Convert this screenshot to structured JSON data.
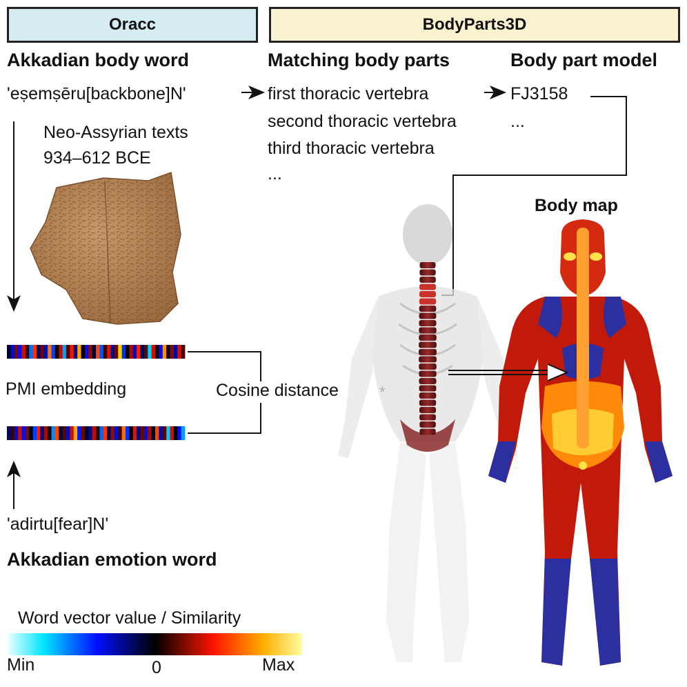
{
  "headers": {
    "oracc": "Oracc",
    "bodyparts3d": "BodyParts3D"
  },
  "columns": {
    "akkadian_body_word": "Akkadian body word",
    "matching_body_parts": "Matching body parts",
    "body_part_model": "Body part model"
  },
  "body_word": "'eṣemṣēru[backbone]N'",
  "matching_parts": [
    "first thoracic vertebra",
    "second thoracic vertebra",
    "third thoracic vertebra",
    "..."
  ],
  "models": [
    "FJ3158",
    "..."
  ],
  "source_texts": {
    "line1": "Neo-Assyrian texts",
    "line2": "934–612 BCE"
  },
  "pmi_label": "PMI embedding",
  "cosine_label": "Cosine distance",
  "asterisk": "*",
  "emotion_word": "'adirtu[fear]N'",
  "emotion_title": "Akkadian emotion word",
  "body_map_title": "Body map",
  "legend": {
    "title": "Word vector value / Similarity",
    "min": "Min",
    "mid": "0",
    "max": "Max"
  },
  "colors": {
    "oracc_header": "#d6ecf3",
    "bodyparts_header": "#fbf2d0",
    "colormap": [
      "#00ffff",
      "#0000ff",
      "#000000",
      "#ff0000",
      "#ffff00"
    ],
    "tablet": "#b8875a",
    "body_blue": "#2b2fa0",
    "body_red": "#cc1100",
    "spine": "#7a1b1b"
  },
  "vectors": {
    "body": [
      0.45,
      0.3,
      0.62,
      0.25,
      0.7,
      0.55,
      0.15,
      0.78,
      0.4,
      0.6,
      0.33,
      0.85,
      0.2,
      0.52,
      0.68,
      0.1,
      0.58,
      0.74,
      0.36,
      0.9,
      0.5,
      0.28,
      0.64,
      0.44,
      0.8,
      0.18,
      0.56,
      0.72,
      0.35,
      0.6,
      0.95,
      0.22,
      0.48,
      0.66,
      0.3,
      0.76,
      0.41,
      0.59,
      0.05,
      0.7,
      0.53,
      0.27,
      0.88,
      0.46,
      0.63,
      0.34,
      0.71,
      0.57
    ],
    "emotion": [
      0.4,
      0.55,
      0.3,
      0.7,
      0.26,
      0.62,
      0.48,
      0.2,
      0.75,
      0.38,
      0.66,
      0.52,
      0.12,
      0.8,
      0.44,
      0.58,
      0.32,
      0.7,
      0.9,
      0.24,
      0.6,
      0.46,
      0.36,
      0.68,
      0.54,
      0.16,
      0.78,
      0.42,
      0.64,
      0.3,
      0.56,
      0.84,
      0.22,
      0.5,
      0.72,
      0.38,
      0.6,
      0.28,
      0.66,
      0.47,
      0.8,
      0.33,
      0.58,
      0.06,
      0.7,
      0.5,
      0.25,
      0.1
    ]
  }
}
